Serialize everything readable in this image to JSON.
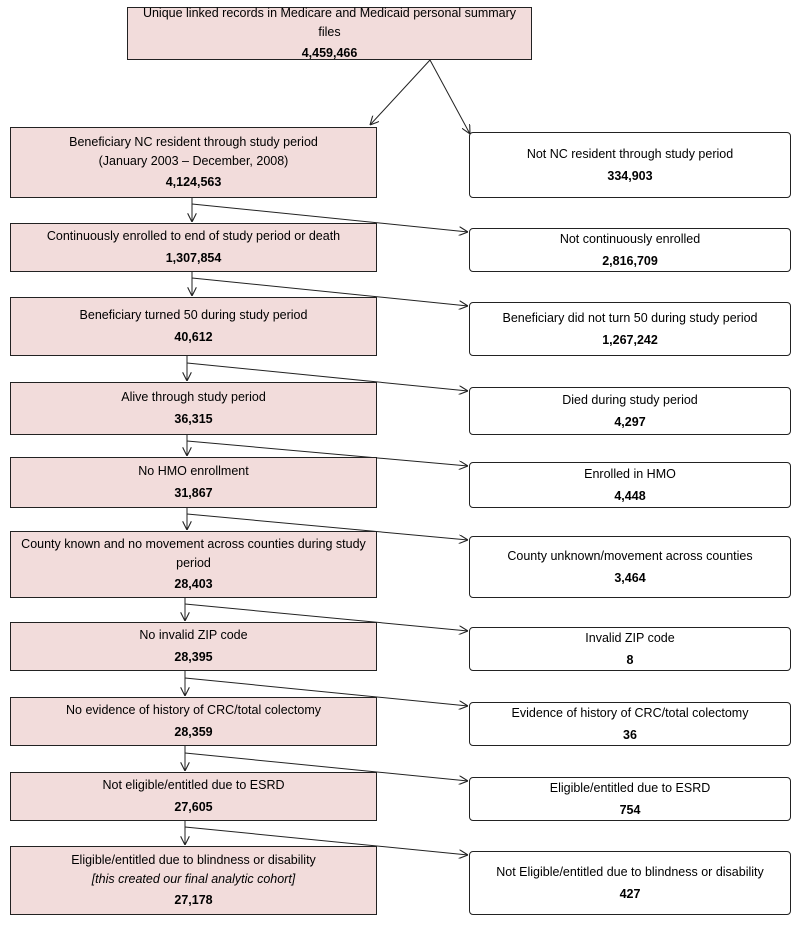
{
  "top": {
    "text": "Unique linked records in Medicare and Medicaid personal summary files",
    "count": "4,459,466"
  },
  "steps": [
    {
      "included": {
        "lines": [
          "Beneficiary NC resident through study period",
          "(January 2003 – December, 2008)"
        ],
        "count": "4,124,563"
      },
      "excluded": {
        "text": "Not NC resident through study period",
        "count": "334,903"
      }
    },
    {
      "included": {
        "lines": [
          "Continuously enrolled to end of study period or death"
        ],
        "count": "1,307,854"
      },
      "excluded": {
        "text": "Not continuously enrolled",
        "count": "2,816,709"
      }
    },
    {
      "included": {
        "lines": [
          "Beneficiary turned 50 during study period"
        ],
        "count": "40,612"
      },
      "excluded": {
        "text": "Beneficiary did not turn 50 during study period",
        "count": "1,267,242"
      }
    },
    {
      "included": {
        "lines": [
          "Alive through study period"
        ],
        "count": "36,315"
      },
      "excluded": {
        "text": "Died during study period",
        "count": "4,297"
      }
    },
    {
      "included": {
        "lines": [
          "No HMO enrollment"
        ],
        "count": "31,867"
      },
      "excluded": {
        "text": "Enrolled in HMO",
        "count": "4,448"
      }
    },
    {
      "included": {
        "lines": [
          "County known and no movement across counties during study period"
        ],
        "count": "28,403"
      },
      "excluded": {
        "text": "County unknown/movement across counties",
        "count": "3,464"
      }
    },
    {
      "included": {
        "lines": [
          "No invalid ZIP code"
        ],
        "count": "28,395"
      },
      "excluded": {
        "text": "Invalid ZIP code",
        "count": "8"
      }
    },
    {
      "included": {
        "lines": [
          "No evidence of history of CRC/total colectomy"
        ],
        "count": "28,359"
      },
      "excluded": {
        "text": "Evidence of history of CRC/total colectomy",
        "count": "36"
      }
    },
    {
      "included": {
        "lines": [
          "Not eligible/entitled due to ESRD"
        ],
        "count": "27,605"
      },
      "excluded": {
        "text": "Eligible/entitled due to ESRD",
        "count": "754"
      }
    },
    {
      "included": {
        "lines": [
          "Eligible/entitled due to blindness or disability"
        ],
        "note": "[this created our final analytic cohort]",
        "count": "27,178"
      },
      "excluded": {
        "text": "Not Eligible/entitled due to blindness or disability",
        "count": "427"
      }
    }
  ],
  "colors": {
    "included_fill": "#f2dcdb",
    "excluded_fill": "#ffffff",
    "stroke": "#222222"
  }
}
